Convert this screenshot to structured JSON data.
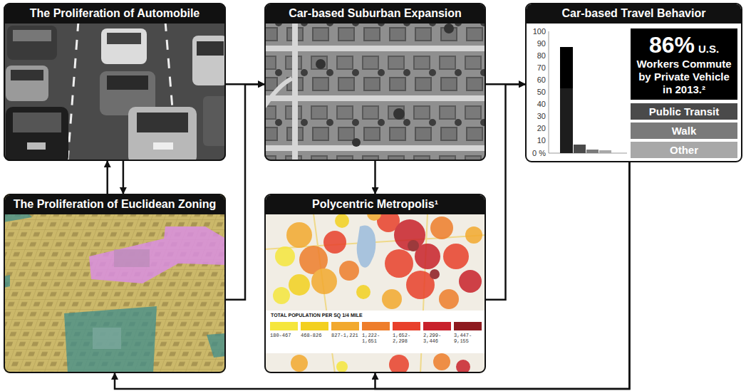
{
  "diagram": {
    "nodes": [
      {
        "text": [
          "The Proliferation of Automobile"
        ]
      },
      {
        "text": [
          "Car-based Suburban Expansion"
        ]
      },
      {
        "text": [
          "Car-based Travel Behavior"
        ]
      },
      {
        "text": [
          "86%",
          "U.S. Workers Commute by Private Vehicle in 2013.²"
        ],
        "in": 2
      },
      {
        "text": [
          "The Proliferation of Euclidean Zoning"
        ]
      },
      {
        "text": [
          "Polycentric Metropolis¹"
        ]
      }
    ],
    "edges": [
      {
        "from": 0,
        "to": 1,
        "arrow": "to"
      },
      {
        "from": 4,
        "to": 1,
        "arrow": "to"
      },
      {
        "from": 0,
        "to": 4,
        "arrow": "to"
      },
      {
        "from": 4,
        "to": 0,
        "arrow": "to"
      },
      {
        "from": 1,
        "to": 2,
        "arrow": "to"
      },
      {
        "from": 5,
        "to": 2,
        "arrow": "to"
      },
      {
        "from": 1,
        "to": 5,
        "arrow": "to"
      },
      {
        "from": 2,
        "to": 4,
        "arrow": "to"
      },
      {
        "from": 2,
        "to": 5,
        "arrow": "to"
      }
    ],
    "labels": [
      "100",
      "90",
      "80",
      "70",
      "60",
      "50",
      "40",
      "30",
      "20",
      "10",
      "0 %",
      "TOTAL POPULATION PER SQ 1/4 MILE"
    ],
    "legend": [
      {
        "text": "Public Transit",
        "color": "#4a4a4a"
      },
      {
        "text": "Walk",
        "color": "#7a7a7a"
      },
      {
        "text": "Other",
        "color": "#a8a8a8"
      },
      {
        "text": "180-467",
        "color": "#f5e63c"
      },
      {
        "text": "468-826",
        "color": "#f3d01f"
      },
      {
        "text": "827-1,221",
        "color": "#f2a92e"
      },
      {
        "text": "1,222-1,651",
        "color": "#ee7d2b"
      },
      {
        "text": "1,652-2,298",
        "color": "#e8402b"
      },
      {
        "text": "2,299-3,446",
        "color": "#c8212b"
      },
      {
        "text": "3,447-9,155",
        "color": "#8e1a1f"
      }
    ]
  }
}
